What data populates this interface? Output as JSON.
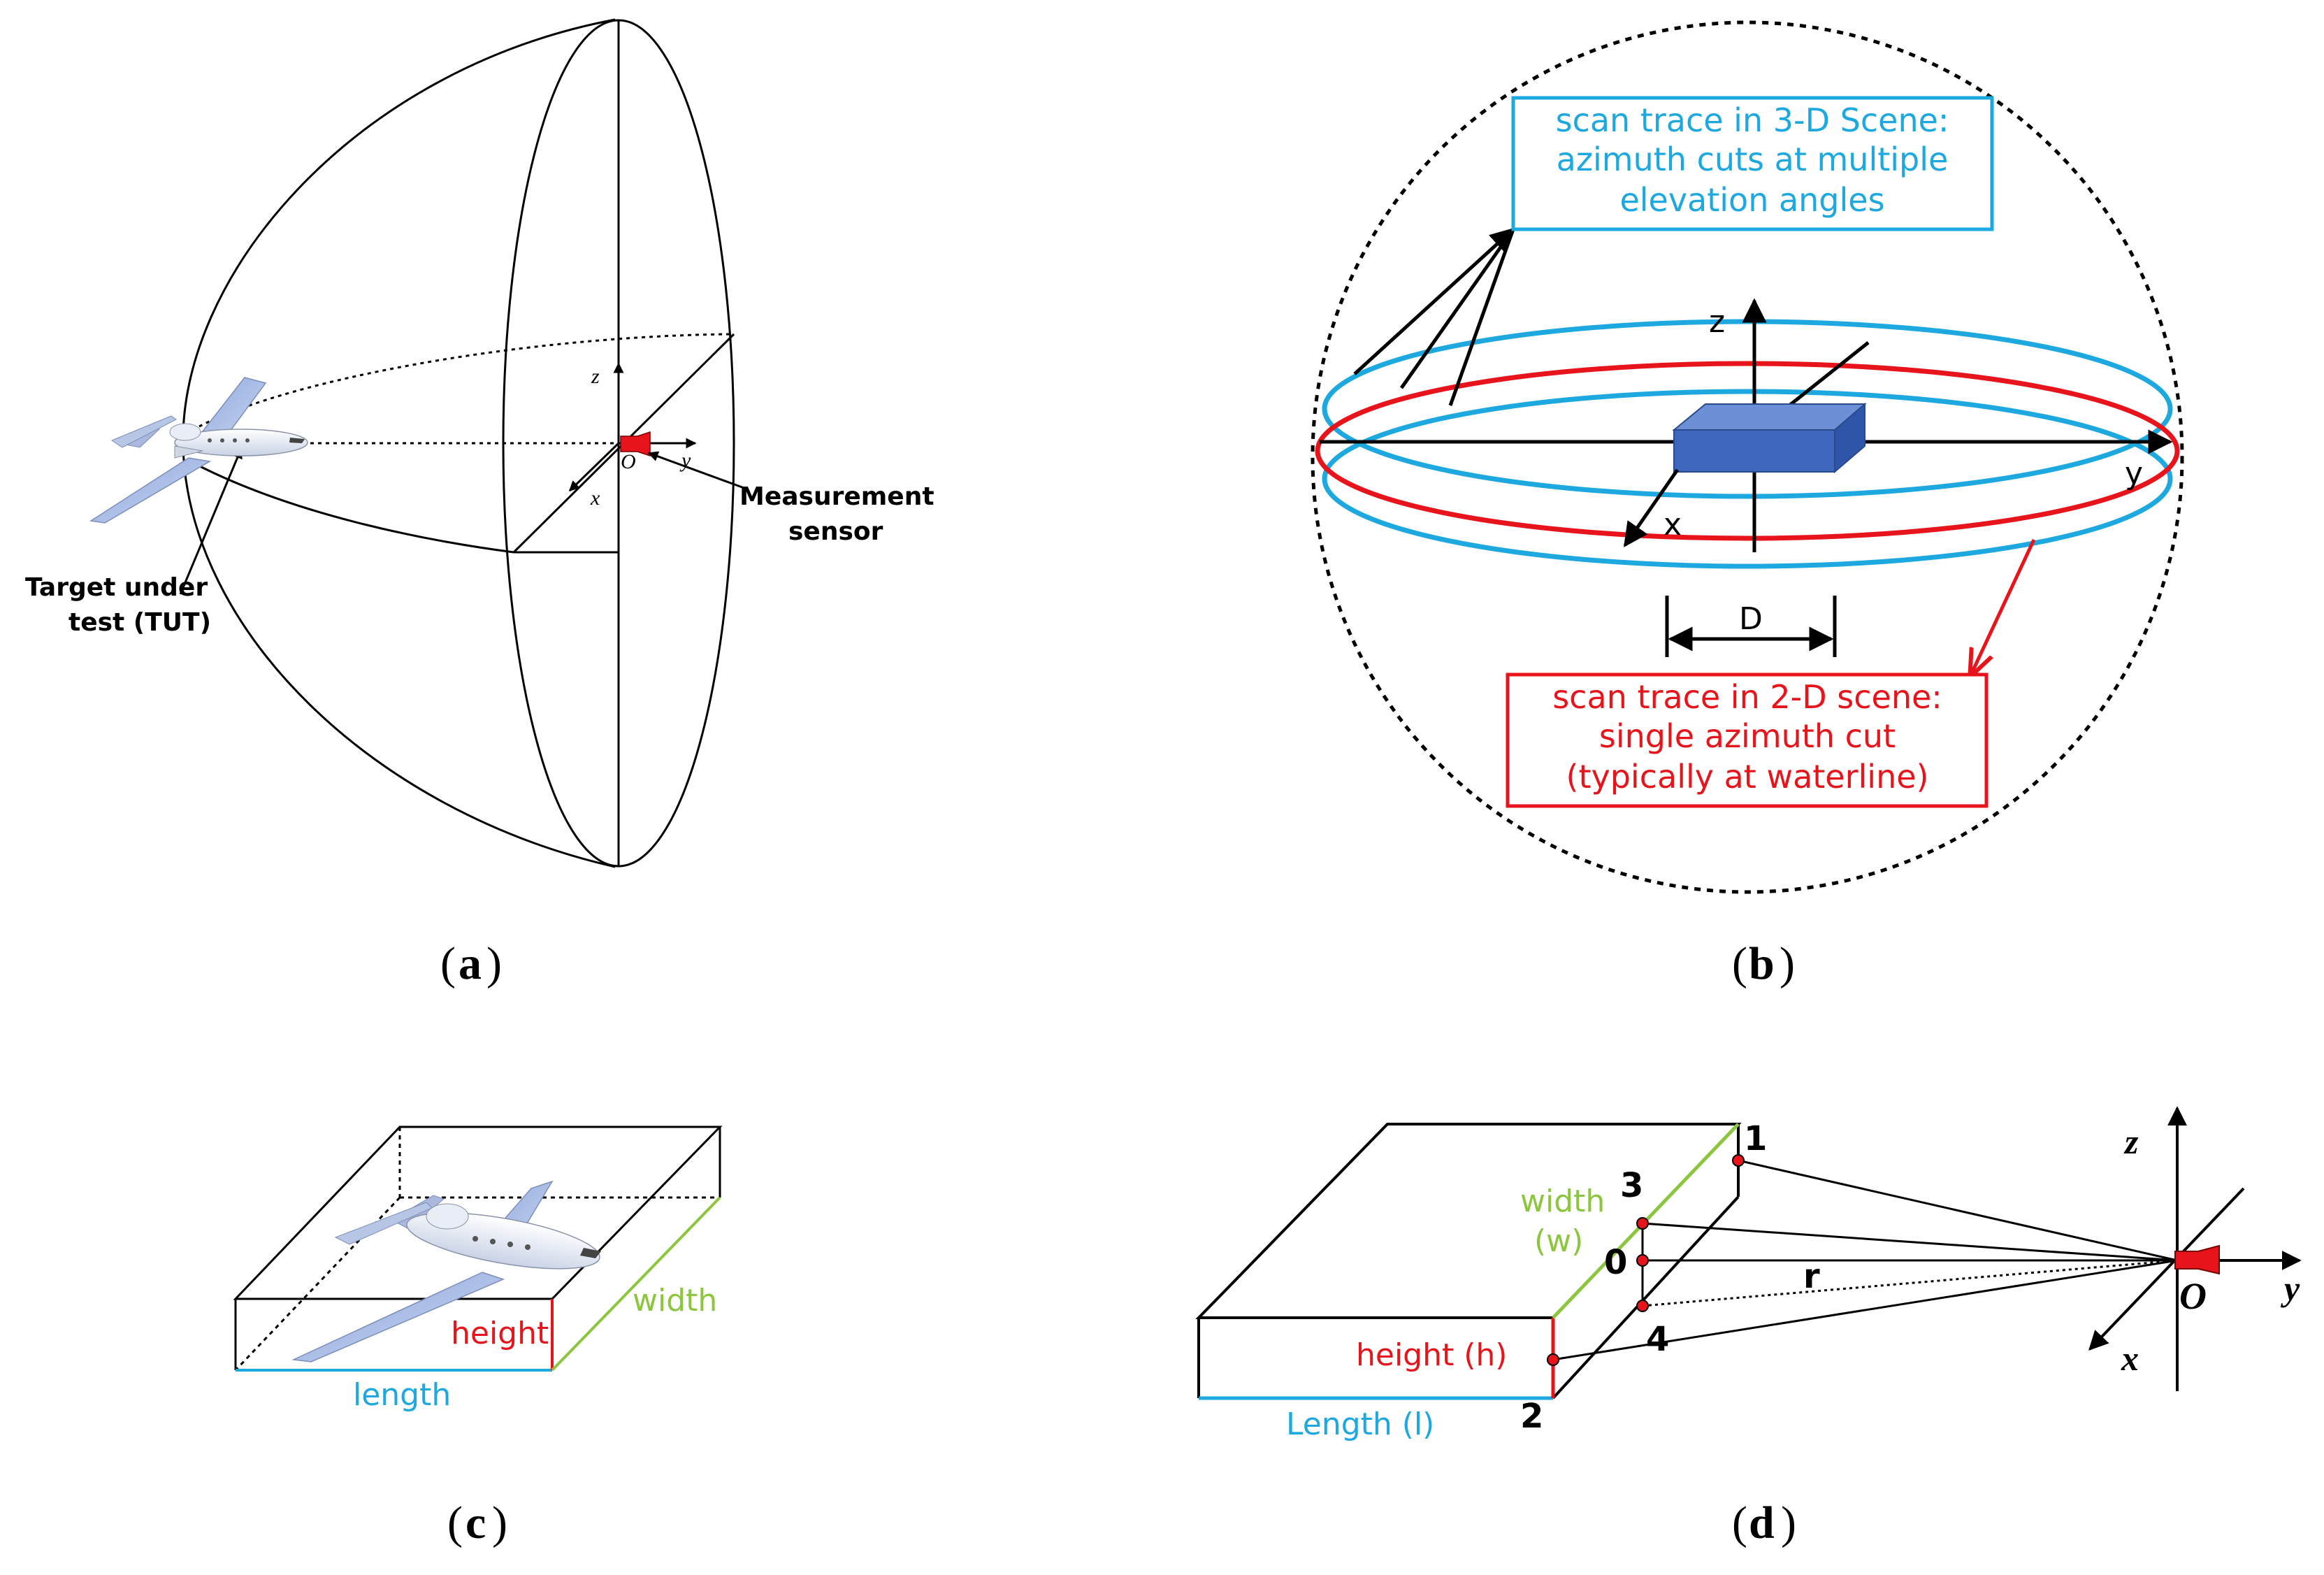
{
  "panels": {
    "a": {
      "caption_letter": "a",
      "axes": {
        "z": "z",
        "y": "y",
        "x": "x",
        "origin": "O"
      },
      "target_label_line1": "Target under",
      "target_label_line2": "test (TUT)",
      "sensor_label_line1": "Measurement",
      "sensor_label_line2": "sensor"
    },
    "b": {
      "caption_letter": "b",
      "axes": {
        "z": "z",
        "y": "y",
        "x": "x"
      },
      "box_3d_line1": "scan trace in 3-D Scene:",
      "box_3d_line2": "azimuth cuts at multiple",
      "box_3d_line3": "elevation angles",
      "box_2d_line1": "scan trace in 2-D scene:",
      "box_2d_line2": "single azimuth cut",
      "box_2d_line3": "(typically at waterline)",
      "dimension": "D"
    },
    "c": {
      "caption_letter": "c",
      "height": "height",
      "width": "width",
      "length": "length"
    },
    "d": {
      "caption_letter": "d",
      "width_line1": "width",
      "width_line2": "(w)",
      "height": "height (h)",
      "length": "Length (l)",
      "points": {
        "p1": "1",
        "p2": "2",
        "p3": "3",
        "p0": "0",
        "p4": "4"
      },
      "range": "r",
      "axes": {
        "z": "z",
        "y": "y",
        "x": "x",
        "origin": "O"
      }
    }
  },
  "colors": {
    "red": "#e8141c",
    "blue": "#1ea8e0",
    "green": "#8cc63f",
    "box_fill": "#4a72c4",
    "black": "#000000"
  }
}
